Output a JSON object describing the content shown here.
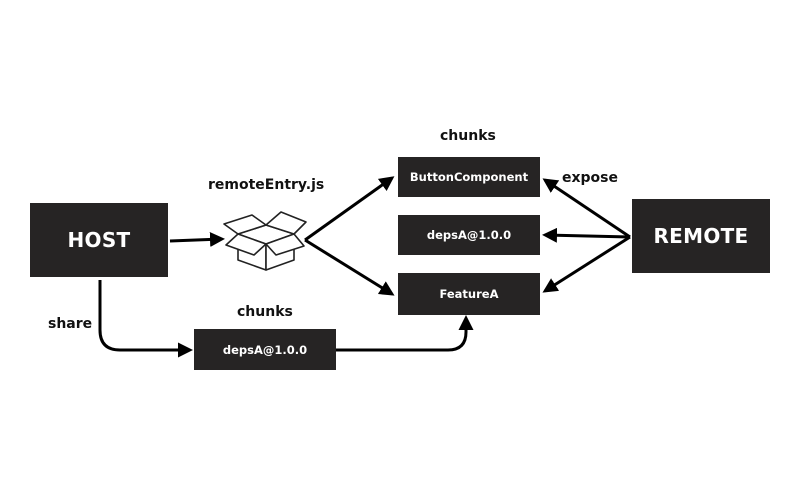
{
  "nodes": {
    "host": "HOST",
    "remote": "REMOTE",
    "button_component": "ButtonComponent",
    "deps_remote": "depsA@1.0.0",
    "feature_a": "FeatureA",
    "deps_shared": "depsA@1.0.0"
  },
  "labels": {
    "remote_entry": "remoteEntry.js",
    "chunks_top": "chunks",
    "chunks_bottom": "chunks",
    "expose": "expose",
    "share": "share"
  },
  "icons": {
    "package": "open-box-icon"
  },
  "colors": {
    "box_fill": "#262424",
    "box_text": "#ffffff",
    "arrow": "#000000"
  }
}
